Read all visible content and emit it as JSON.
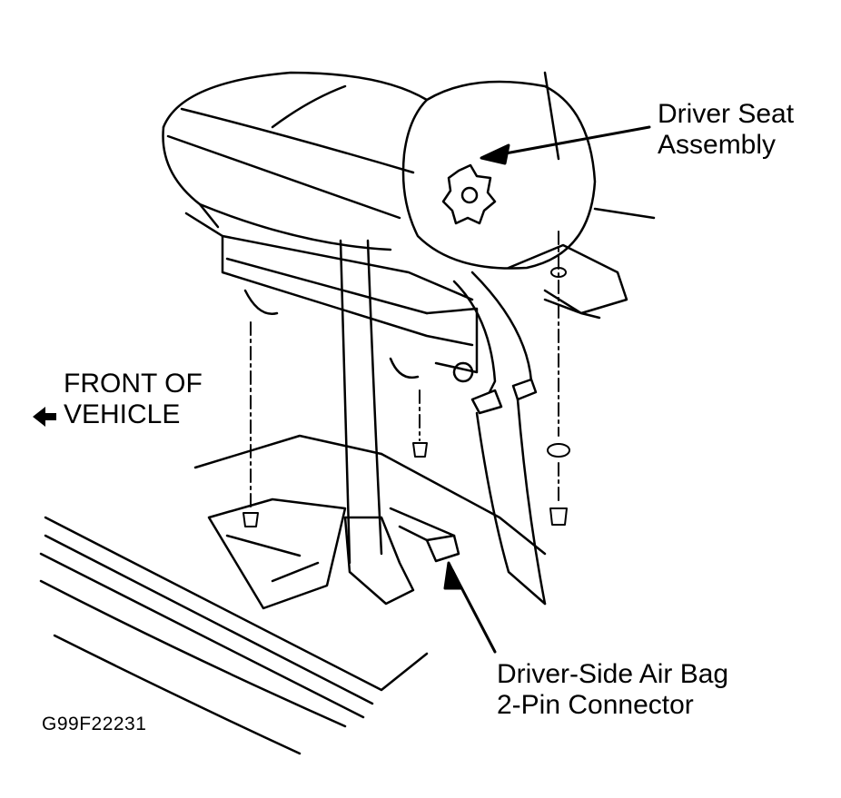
{
  "labels": {
    "seat_assembly": [
      "Driver Seat",
      "Assembly"
    ],
    "front_of_vehicle": [
      "FRONT OF",
      "VEHICLE"
    ],
    "connector": [
      "Driver-Side Air Bag",
      "2-Pin Connector"
    ]
  },
  "figure_id": "G99F22231",
  "icons": {
    "front_arrow": "arrow-left-icon"
  }
}
